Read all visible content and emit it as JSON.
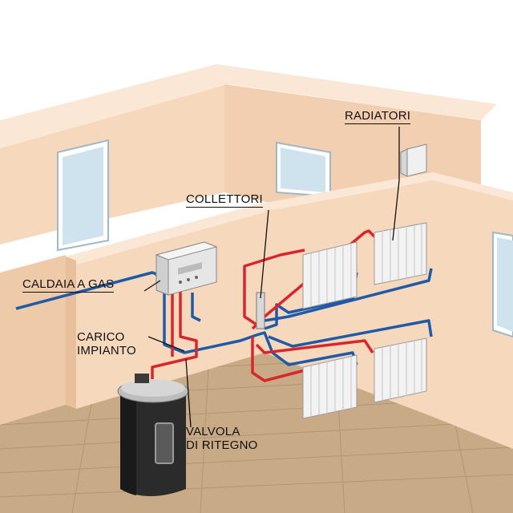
{
  "diagram": {
    "labels": {
      "radiatori": "RADIATORI",
      "collettori": "COLLETTORI",
      "caldaia": "CALDAIA A GAS",
      "carico_line1": "CARICO",
      "carico_line2": "IMPIANTO",
      "valvola_line1": "VALVOLA",
      "valvola_line2": "DI RITEGNO"
    },
    "colors": {
      "wall": "#f6d8bd",
      "wall_shadow": "#edc3a0",
      "wall_top": "#fbe7d5",
      "floor": "#c8ab86",
      "floor_line": "#a88c68",
      "pipe_hot": "#d8262b",
      "pipe_cold": "#1f5aa8",
      "radiator": "#f2f2f2",
      "boiler": "#e6e6e6",
      "stove_body": "#2b2b2b",
      "stove_top": "#bdbdbd"
    }
  }
}
